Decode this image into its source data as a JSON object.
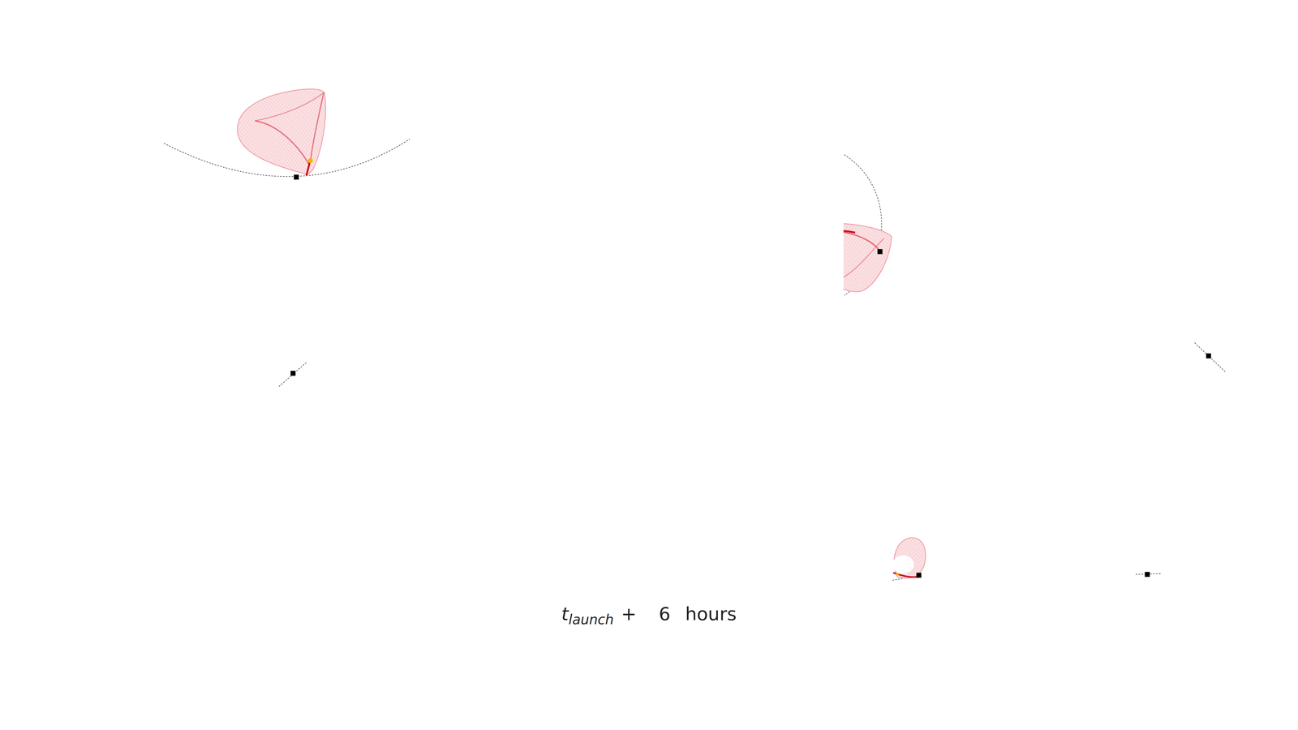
{
  "diagram": {
    "labels": [
      "t",
      "launch",
      "+",
      "6",
      "hours"
    ]
  }
}
